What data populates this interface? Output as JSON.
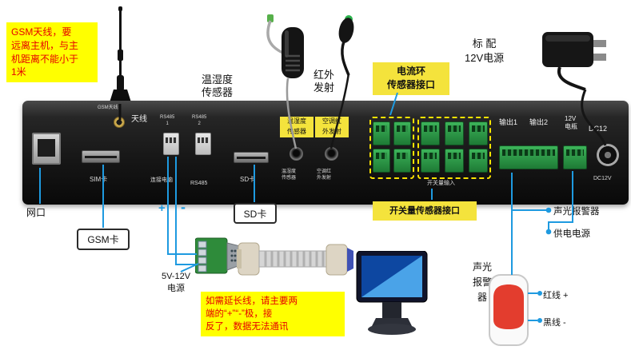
{
  "colors": {
    "annotation_blue": "#1e9ae0",
    "note_bg": "#ffff00",
    "note_text": "#e60000",
    "tag_yellow": "#f4e33c",
    "panel_black": "#171717",
    "terminal_green": "#2c8f44",
    "alarm_red": "#e33d2e",
    "screen_blue": "#0d47a1"
  },
  "notes": {
    "gsm": "GSM天线，要\n远离主机，与主\n机距离不能小于\n1米",
    "extension": "如需延长线，请主要两\n端的“+”“-”极，接\n反了，数据无法通讯"
  },
  "top_labels": {
    "temp_sensor": "温湿度\n传感器",
    "ir": "红外\n发射",
    "current_loop": "电流环\n传感器接口",
    "psu": "标    配\n12V电源"
  },
  "panel": {
    "gsm_antenna": "GSM天线",
    "antenna": "天线",
    "rs485_1": "RS485\n1",
    "rs485_2": "RS485\n2",
    "sim": "SIM卡",
    "connect_pc": "连接电脑",
    "rs485": "RS485",
    "sd": "SD卡",
    "temp_tag": "温湿度\n传感器",
    "ac_ir_tag": "空调红\n外发射",
    "temp_small": "温湿度\n传感器",
    "ac_ir_small": "空调红\n外发射",
    "switch_in": "开关量输入",
    "out1": "输出1",
    "out2": "输出2",
    "battery": "12V\n电瓶",
    "dc12": "DC12",
    "dc12v": "DC12V"
  },
  "annotations": {
    "net_port": "网口",
    "gsm_card": "GSM卡",
    "plus": "+",
    "minus": "-",
    "sd_card": "SD卡",
    "switch_iface": "开关量传感器接口",
    "alarm": "声光报警器",
    "power_in": "供电电源",
    "pc_power": "5V-12V\n电源",
    "alarm_vert": "声光\n报警\n器",
    "red_wire": "红线 +",
    "black_wire": "黑线 -"
  }
}
